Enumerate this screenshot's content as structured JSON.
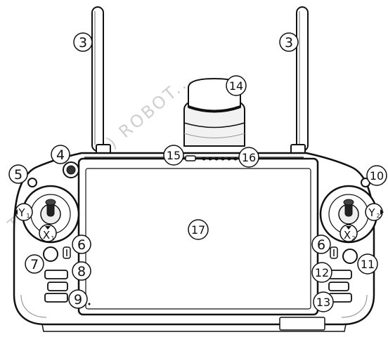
{
  "diagram": {
    "watermark": "T...(NANJING) ROBOT...",
    "callouts": {
      "c3a": "3",
      "c3b": "3",
      "c4": "4",
      "c5": "5",
      "c6a": "6",
      "c6b": "6",
      "c7": "7",
      "c8": "8",
      "c9": "9",
      "c10": "10",
      "c11": "11",
      "c12": "12",
      "c13": "13",
      "c14": "14",
      "c15": "15",
      "c16": "16",
      "c17": "17"
    },
    "stick_labels": {
      "y1": "Y",
      "y1_sub": "1",
      "x1": "X",
      "x1_sub": "1",
      "y2": "Y",
      "y2_sub": "2",
      "x2": "X",
      "x2_sub": "2"
    }
  }
}
